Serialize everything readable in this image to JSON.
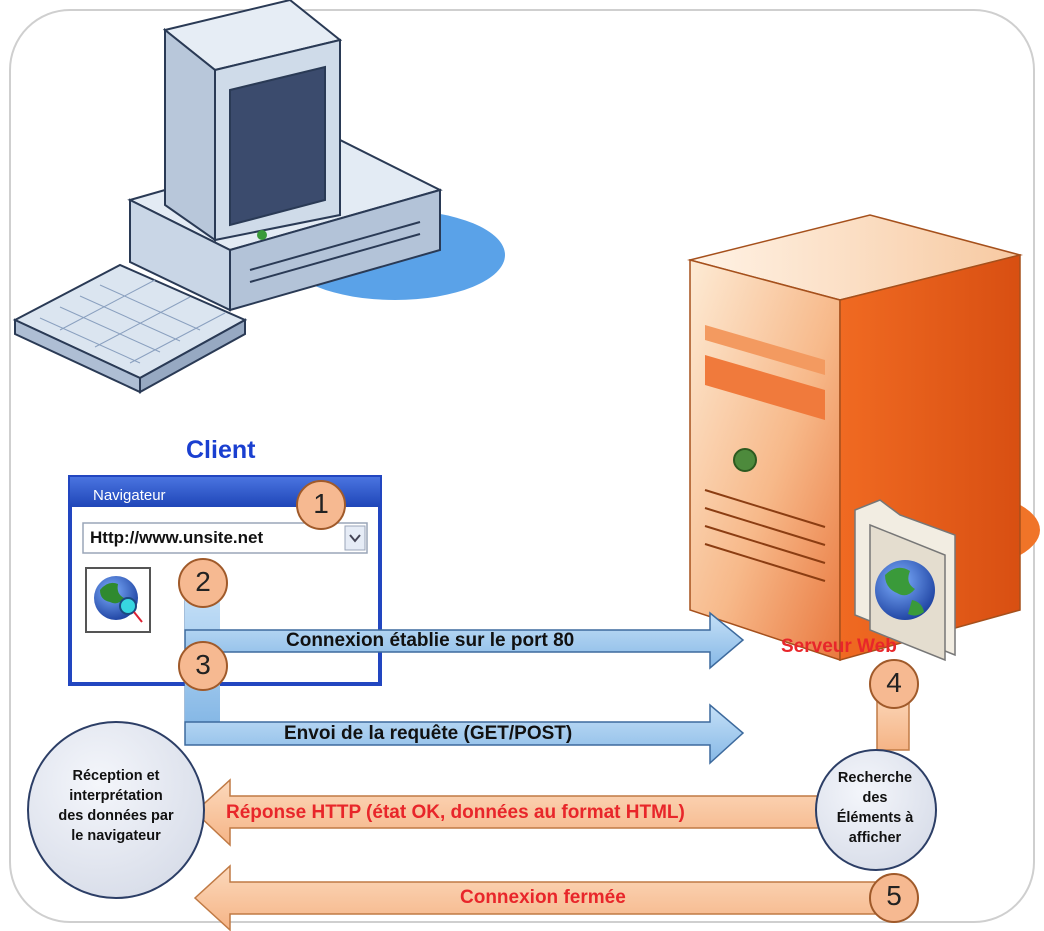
{
  "client": {
    "label": "Client"
  },
  "server": {
    "label": "Serveur Web"
  },
  "browser": {
    "title": "Navigateur",
    "url": "Http://www.unsite.net"
  },
  "steps": [
    "1",
    "2",
    "3",
    "4",
    "5"
  ],
  "arrows": {
    "connection": "Connexion établie sur le port 80",
    "request": "Envoi de la requête (GET/POST)",
    "response": "Réponse HTTP (état OK, données au format HTML)",
    "close": "Connexion fermée"
  },
  "reception": {
    "lines": [
      "Réception et",
      "interprétation",
      "des données par",
      "le navigateur"
    ]
  },
  "search": {
    "lines": [
      "Recherche",
      "des",
      "Éléments à",
      "afficher"
    ]
  },
  "colors": {
    "client_label": "#1a3fd0",
    "server_label": "#e8262a",
    "blue_arrow": "#9cc8ee",
    "orange_arrow": "#f9c8a0",
    "step_badge": "#f6b991",
    "browser_titlebar": "#2a52c8"
  }
}
